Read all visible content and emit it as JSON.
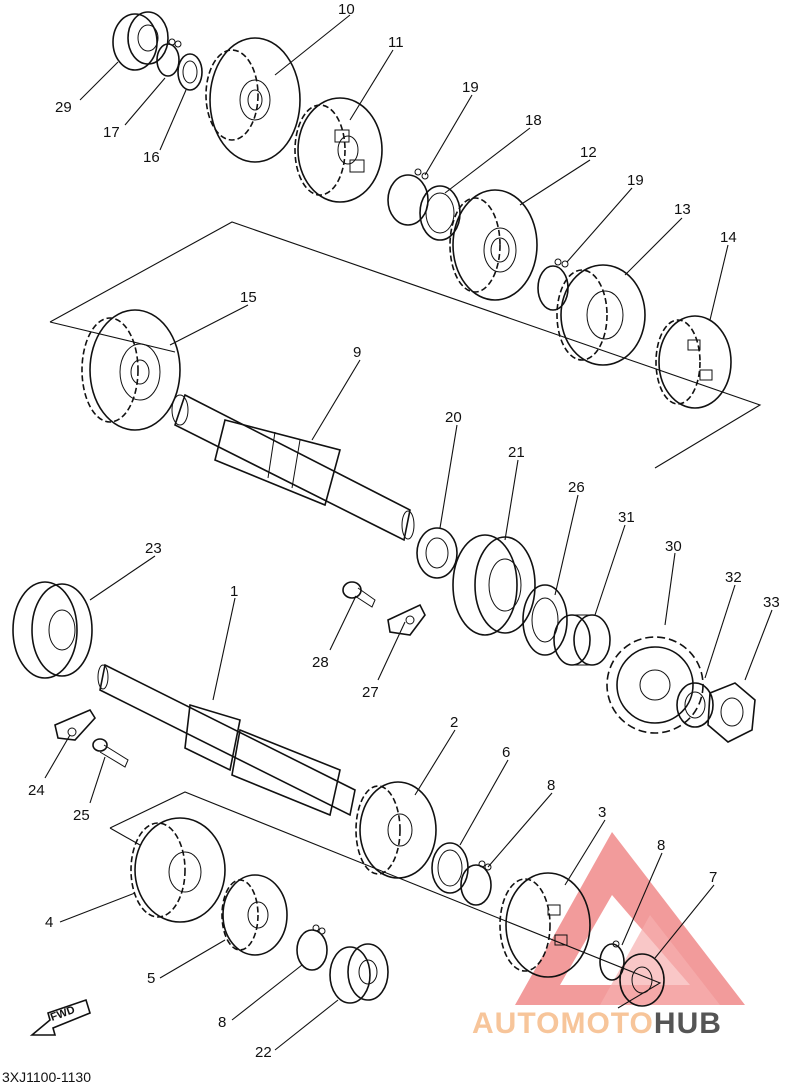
{
  "diagram": {
    "drawing_code": "3XJ1100-1130",
    "fwd_label": "FWD",
    "watermark": {
      "text_a": "AUTOMOTO",
      "text_b": "HUB",
      "color_a": "#f7c59a",
      "color_b": "#555555",
      "logo_color": "#f08a8a"
    },
    "callouts": {
      "n1": "1",
      "n2": "2",
      "n3": "3",
      "n4": "4",
      "n5": "5",
      "n6": "6",
      "n7": "7",
      "n8a": "8",
      "n8b": "8",
      "n8c": "8",
      "n9": "9",
      "n10": "10",
      "n11": "11",
      "n12": "12",
      "n13": "13",
      "n14": "14",
      "n15": "15",
      "n16": "16",
      "n17": "17",
      "n18": "18",
      "n19a": "19",
      "n19b": "19",
      "n20": "20",
      "n21": "21",
      "n22": "22",
      "n23": "23",
      "n24": "24",
      "n25": "25",
      "n26": "26",
      "n27": "27",
      "n28": "28",
      "n29": "29",
      "n30": "30",
      "n31": "31",
      "n32": "32",
      "n33": "33"
    }
  }
}
